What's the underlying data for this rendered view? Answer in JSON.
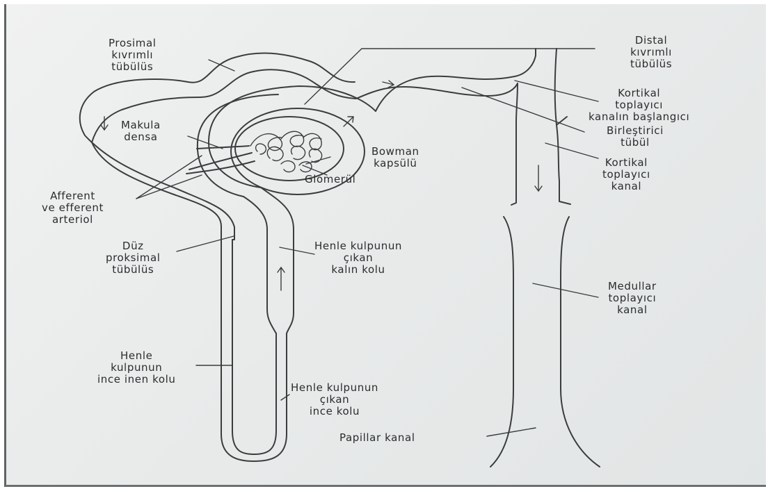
{
  "labels": {
    "prosimal_kivrimli": "Prosimal\nkıvrımlı\ntübülüs",
    "distal_kivrimli": "Distal\nkıvrımlı\ntübülüs",
    "kortikal_toplayici_baslangic": "Kortikal\ntoplayıcı\nkanalın başlangıcı",
    "makula_densa": "Makula\ndensa",
    "birlestirici_tubul": "Birleştirici\ntübül",
    "bowman_kapsulu": "Bowman\nkapsülü",
    "glomerul": "Glomerül",
    "kortikal_toplayici_kanal": "Kortikal\ntoplayıcı\nkanal",
    "afferent_efferent": "Afferent\nve efferent\narteriol",
    "duz_proksimal": "Düz\nproksimal\ntübülüs",
    "henle_cikan_kalin": "Henle kulpunun\nçıkan\nkalın kolu",
    "medullar_toplayici": "Medullar\ntoplayıcı\nkanal",
    "henle_ince_inen": "Henle\nkulpunun\nince inen kolu",
    "henle_cikan_ince": "Henle kulpunun\nçıkan\nince kolu",
    "papillar_kanal": "Papillar kanal"
  }
}
